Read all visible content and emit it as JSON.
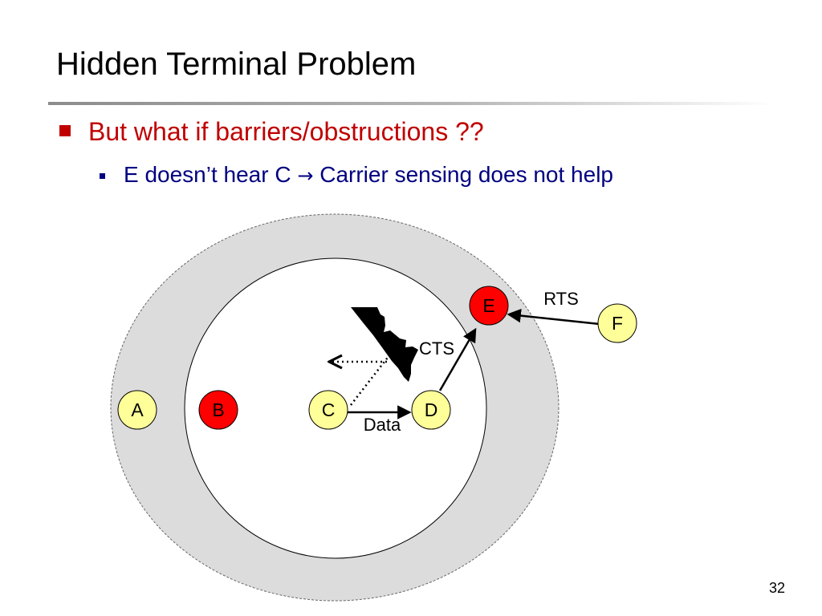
{
  "slide": {
    "title": "Hidden Terminal Problem",
    "page_number": "32"
  },
  "bullets": {
    "level1": "But what if barriers/obstructions ??",
    "level2_before": "E doesn’t hear C ",
    "level2_arrow": "→",
    "level2_after": " Carrier sensing does not help"
  },
  "diagram": {
    "nodes": {
      "A": "A",
      "B": "B",
      "C": "C",
      "D": "D",
      "E": "E",
      "F": "F"
    },
    "labels": {
      "rts": "RTS",
      "cts": "CTS",
      "data": "Data"
    },
    "colors": {
      "node_red": "#ff0000",
      "node_yellow": "#ffff99",
      "outer_range": "#dcdcdc",
      "inner_range": "#ffffff",
      "obstruction": "#000000",
      "bullet_l1": "#c00000",
      "bullet_l2": "#000080"
    }
  }
}
